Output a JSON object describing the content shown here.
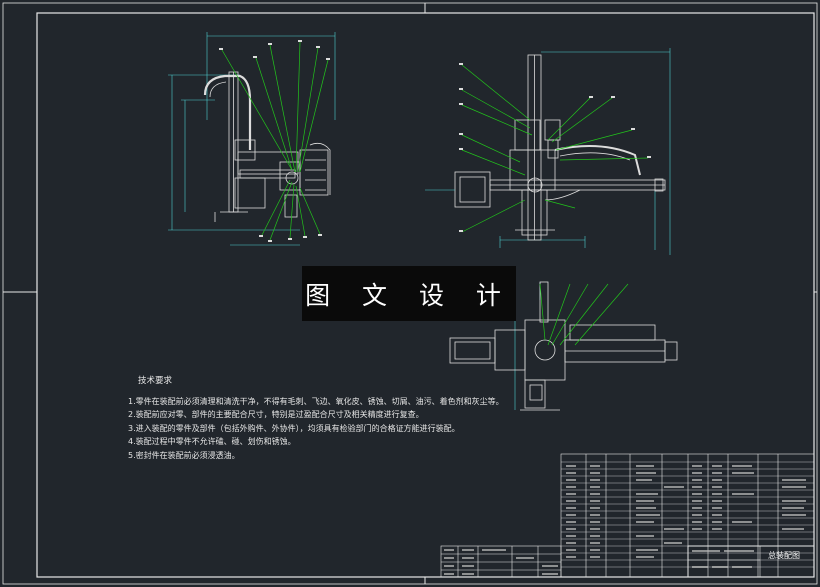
{
  "watermark": {
    "text": "图 文 设 计"
  },
  "tech_notes": {
    "title": "技术要求",
    "items": [
      "1.零件在装配前必须清理和清洗干净，不得有毛刺、飞边、氧化皮、锈蚀、切屑、油污、着色剂和灰尘等。",
      "2.装配前应对零、部件的主要配合尺寸，特别是过盈配合尺寸及相关精度进行复查。",
      "3.进入装配的零件及部件（包括外购件、外协件），均须具有检验部门的合格证方能进行装配。",
      "4.装配过程中零件不允许磕、碰、划伤和锈蚀。",
      "5.密封件在装配前必须浸透油。"
    ]
  },
  "title_block": {
    "name": "总装配图"
  },
  "colors": {
    "background": "#21262c",
    "frame": "#e8e8e8",
    "geometry": "#dcdcdc",
    "leader": "#22c41c",
    "dimension": "#4ecfd0",
    "watermark_bg": "#0a0a0a"
  }
}
